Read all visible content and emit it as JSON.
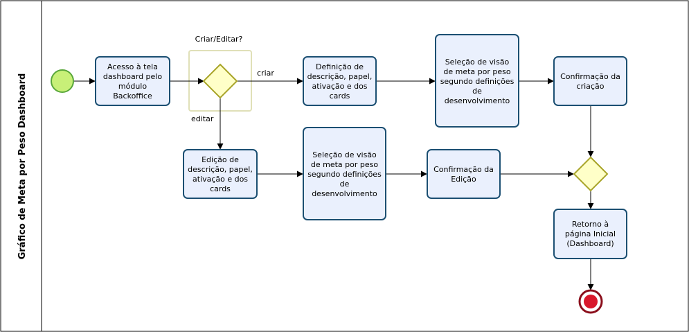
{
  "pool": {
    "lane_title": "Gráfico de Meta por Peso Dashboard"
  },
  "tasks": {
    "acesso": [
      "Acesso à tela",
      "dashboard pelo",
      "módulo",
      "Backoffice"
    ],
    "definicao": [
      "Definição de",
      "descrição, papel,",
      "ativação e dos",
      "cards"
    ],
    "selecao_top": [
      "Seleção de visão",
      "de meta por peso",
      "segundo definições",
      "de",
      "desenvolvimento"
    ],
    "confirmacao_criacao": [
      "Confirmação da",
      "criação"
    ],
    "edicao": [
      "Edição de",
      "descrição, papel,",
      "ativação e dos",
      "cards"
    ],
    "selecao_bottom": [
      "Seleção de visão",
      "de meta por peso",
      "segundo definições",
      "de",
      "desenvolvimento"
    ],
    "confirmacao_edicao": [
      "Confirmação da",
      "Edição"
    ],
    "retorno": [
      "Retorno à",
      "página Inicial",
      "(Dashboard)"
    ]
  },
  "gateway": {
    "question": "Criar/Editar?"
  },
  "flows": {
    "criar": "criar",
    "editar": "editar"
  },
  "colors": {
    "task_fill": "#eaf0fd",
    "task_stroke": "#1b4f72",
    "gateway_fill": "#ffffc8",
    "gateway_stroke": "#a8a428",
    "start_fill": "#c8f078",
    "start_stroke": "#59a73b",
    "end_fill": "#d9172b",
    "end_stroke": "#8b0f1c",
    "group_stroke": "#e0e0b8"
  }
}
